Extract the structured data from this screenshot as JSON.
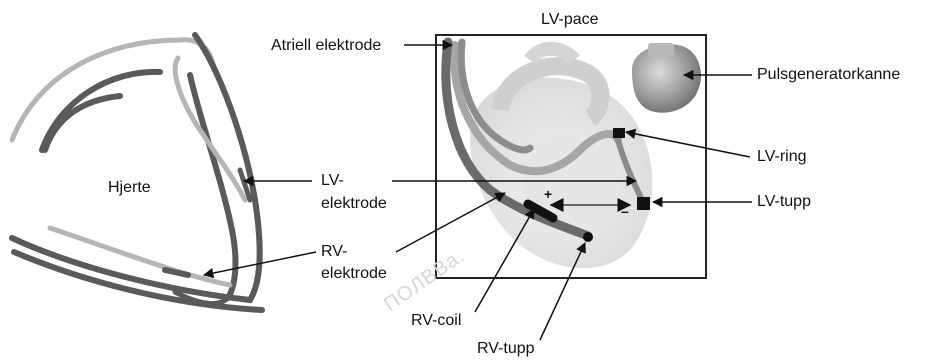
{
  "figure": {
    "title": "LV-pace",
    "labels": {
      "heart": "Hjerte",
      "atrial_lead": "Atriell elektrode",
      "pulse_generator": "Pulsgeneratorkanne",
      "lv_ring": "LV-ring",
      "lv_tip": "LV-tupp",
      "lv_lead_line1": "LV-",
      "lv_lead_line2": "elektrode",
      "rv_lead_line1": "RV-",
      "rv_lead_line2": "elektrode",
      "rv_coil": "RV-coil",
      "rv_tip": "RV-tupp",
      "plus": "+",
      "minus": "–"
    },
    "watermark": "ПОЛВВа."
  },
  "colors": {
    "dark_lead": "#5a5a5a",
    "light_lead": "#b5b5b5",
    "line": "#111111",
    "box_border": "#222222"
  }
}
